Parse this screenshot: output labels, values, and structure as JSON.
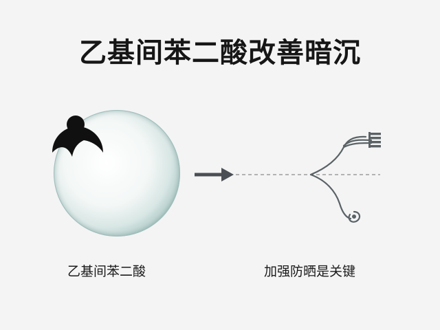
{
  "title": "乙基间苯二酸改善暗沉",
  "left_caption": "乙基间苯二酸",
  "right_caption": "加强防晒是关键",
  "colors": {
    "background": "#f4f4f4",
    "text": "#161616",
    "sphere_edge": "#8fb0ad",
    "sphere_fill": "#ddeae8",
    "arrow": "#4a4f55",
    "dash_line": "#8a8a8a",
    "tendril": "#5a6266",
    "black_shape": "#101010"
  },
  "icons": {
    "sphere": "droplet-sphere-icon",
    "black_shape": "hair-bun-icon",
    "arrow": "right-arrow-icon",
    "tendril": "split-tendril-icon"
  }
}
